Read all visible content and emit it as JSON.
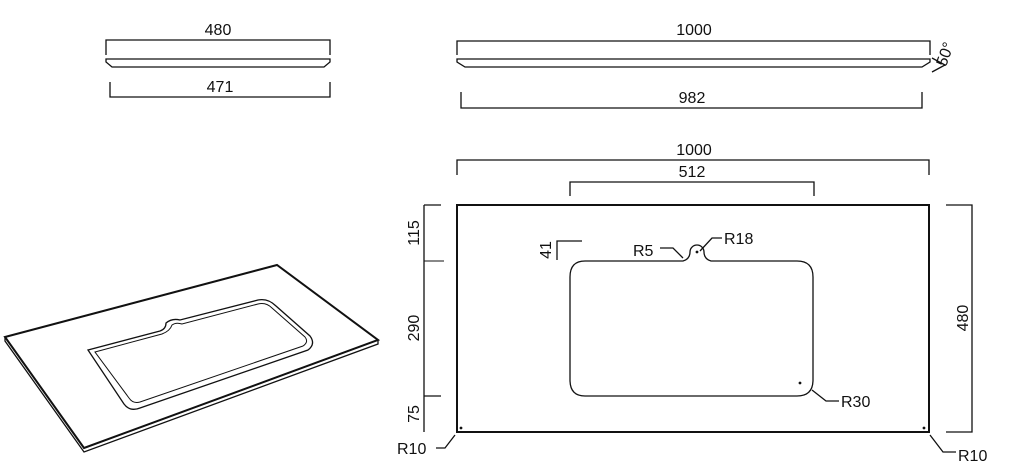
{
  "side_profile": {
    "top_width": "480",
    "bottom_width": "471"
  },
  "front_profile": {
    "top_width": "1000",
    "bottom_width": "982",
    "bevel_angle": "50°"
  },
  "plan_view": {
    "overall_width": "1000",
    "basin_width": "512",
    "overall_depth": "480",
    "front_margin": "115",
    "basin_depth": "290",
    "back_margin": "75",
    "drain_offset": "41",
    "overflow_radius": "R18",
    "overflow_corner_radius": "R5",
    "basin_corner_radius": "R30",
    "top_corner_radius_left": "R10",
    "top_corner_radius_right": "R10"
  }
}
